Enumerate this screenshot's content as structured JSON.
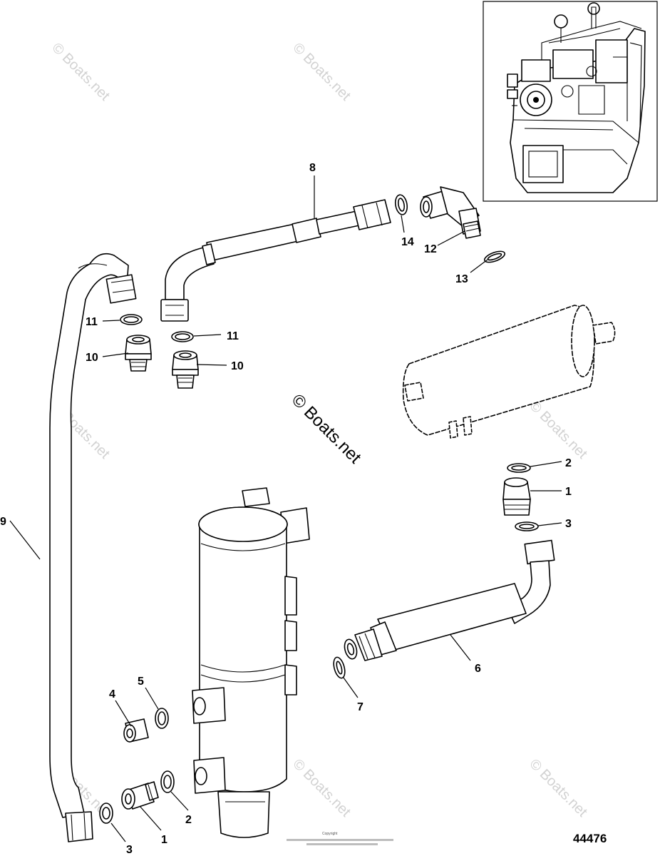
{
  "watermark": {
    "text": "© Boats.net",
    "center_text": "© Boats.net"
  },
  "figure_number": "44476",
  "copyright_text": "Copyright",
  "callouts": {
    "c8": "8",
    "c14": "14",
    "c12": "12",
    "c13": "13",
    "c11a": "11",
    "c11b": "11",
    "c10a": "10",
    "c10b": "10",
    "c9": "9",
    "c2a": "2",
    "c1a": "1",
    "c3a": "3",
    "c6": "6",
    "c7": "7",
    "c4": "4",
    "c5": "5",
    "c2b": "2",
    "c1b": "1",
    "c3b": "3"
  }
}
